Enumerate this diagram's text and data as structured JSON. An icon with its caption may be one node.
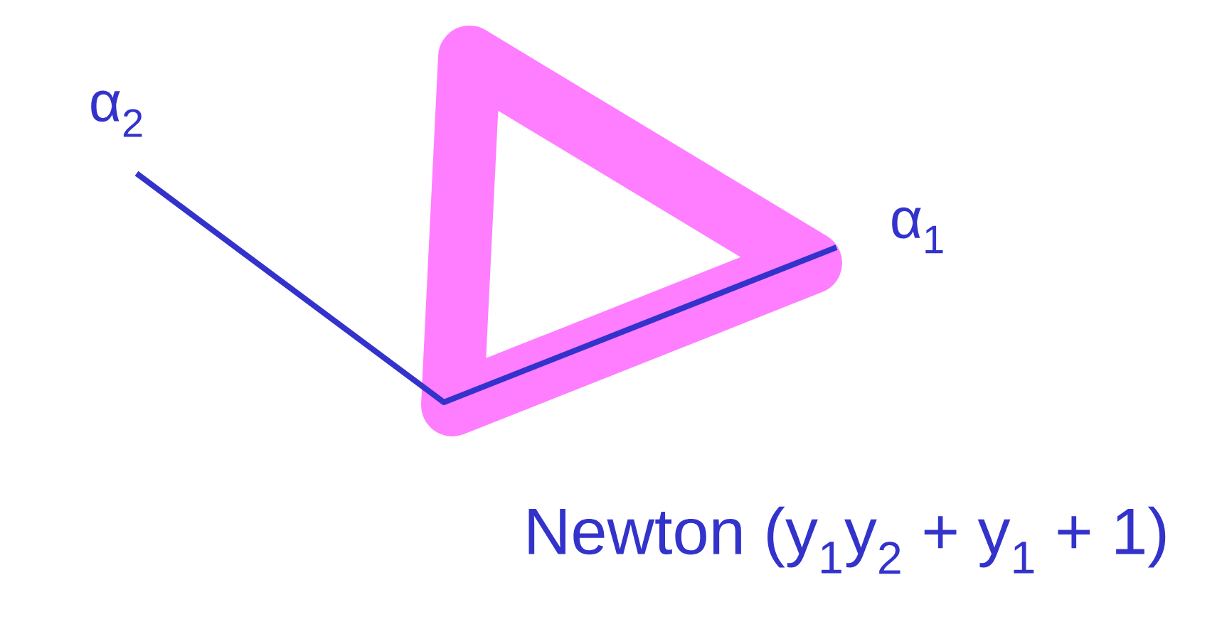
{
  "diagram": {
    "caption": "Newton (y$_{1}$y$_{2}$ + y$_{1}$ + 1)",
    "labels": [
      "α$_{2}$",
      "α$_{1}$"
    ]
  }
}
